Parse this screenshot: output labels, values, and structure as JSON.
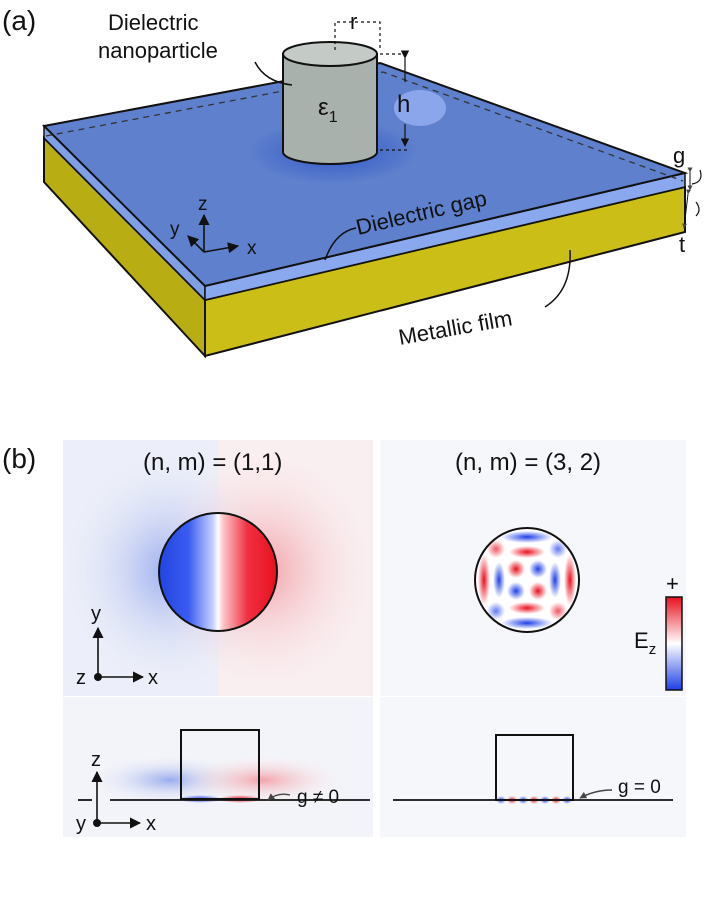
{
  "panel_a": {
    "label": "(a)",
    "particle_label_line1": "Dielectric",
    "particle_label_line2": "nanoparticle",
    "radius": "r",
    "height": "h",
    "epsilon": "ε",
    "epsilon_sub": "1",
    "gap_label": "Dielectric gap",
    "film_label": "Metallic film",
    "g": "g",
    "t": "t",
    "axis_z": "z",
    "axis_y": "y",
    "axis_x": "x"
  },
  "panel_b": {
    "label": "(b)",
    "mode_left": "(n, m) = (1,1)",
    "mode_right": "(n, m) = (3, 2)",
    "colorbar_plus": "+",
    "colorbar_minus": "−",
    "colorbar_E": "E",
    "colorbar_sub": "z",
    "axis_y": "y",
    "axis_z": "z",
    "axis_x": "x",
    "axis_x2": "x",
    "axis_y2": "y",
    "axis_z2": "z",
    "g_left": "g ≠ 0",
    "g_right": "g = 0",
    "colors": {
      "positive": "#e8202a",
      "negative": "#2048e8",
      "gap": "#6a8ee0",
      "metal": "#c9bd1a"
    }
  }
}
